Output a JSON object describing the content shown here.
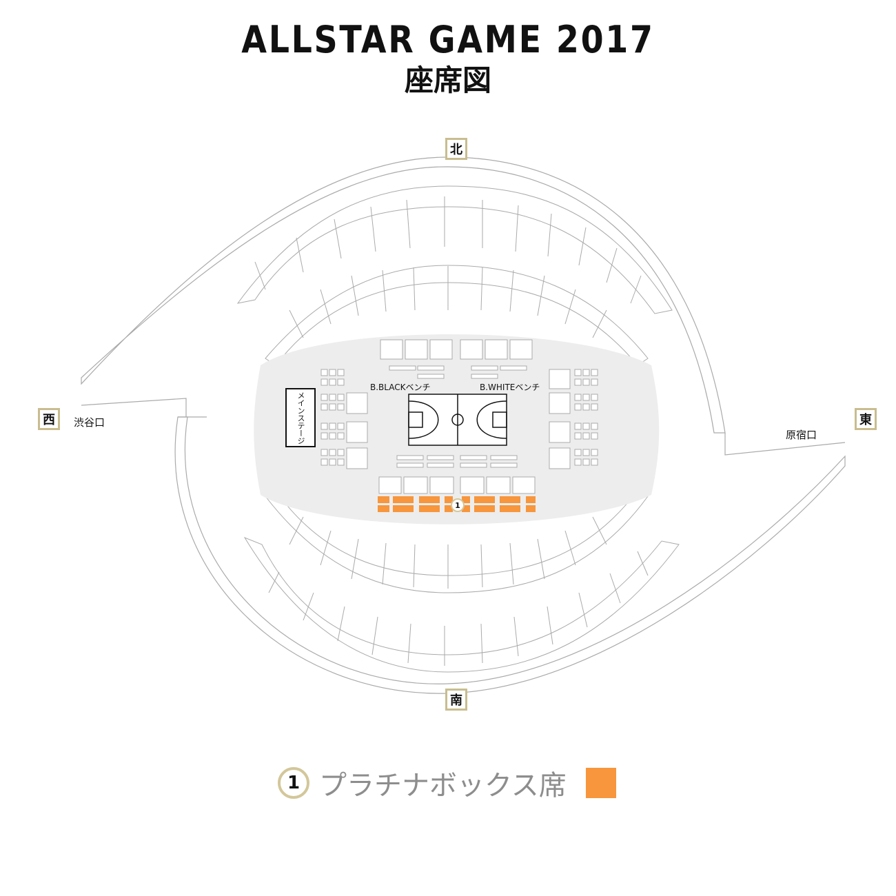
{
  "header": {
    "title": "ALLSTAR GAME 2017",
    "subtitle": "座席図"
  },
  "directions": {
    "north": "北",
    "south": "南",
    "west": "西",
    "east": "東"
  },
  "exits": {
    "west": "渋谷口",
    "east": "原宿口"
  },
  "floor": {
    "stage": "メインステージ",
    "bench_black": "B.BLACKベンチ",
    "bench_white": "B.WHITEベンチ",
    "platinum_marker": "1"
  },
  "legend": {
    "number": "1",
    "label": "プラチナボックス席"
  },
  "colors": {
    "platinum": "#f7963c",
    "gold_border": "#c9bd8f",
    "arena_floor": "#ededed",
    "section_stroke": "#aaaaaa",
    "marker_border": "#d3c79a"
  }
}
